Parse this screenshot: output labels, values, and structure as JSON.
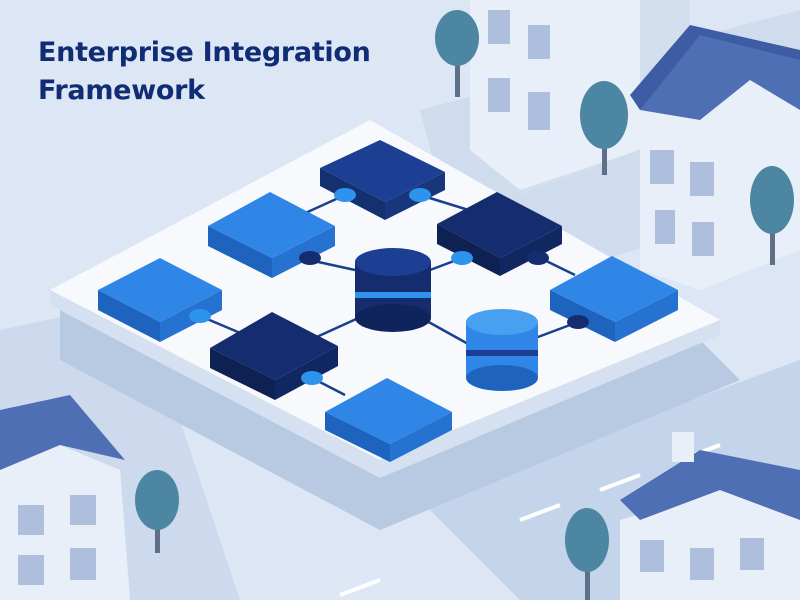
{
  "header": {
    "title_line_1": "Enterprise Integration",
    "title_line_2": "Framework"
  },
  "palette": {
    "background": "#dce6f4",
    "platform": "#f7f9fd",
    "road": "#c4d4ea",
    "node_light": "#2f86e6",
    "node_dark": "#1c3f94",
    "node_navy": "#152d6e",
    "connector": "#2e93ec",
    "title": "#0f2c74",
    "building_wall": "#e9eff8",
    "roof": "#4f6fb4",
    "tree": "#4c86a2"
  },
  "diagram": {
    "modules": [
      {
        "id": "m1",
        "shade": "node_dark"
      },
      {
        "id": "m2",
        "shade": "node_light"
      },
      {
        "id": "m3",
        "shade": "node_navy"
      },
      {
        "id": "m4",
        "shade": "node_light"
      },
      {
        "id": "m5",
        "shade": "node_light"
      },
      {
        "id": "m6",
        "shade": "node_navy"
      },
      {
        "id": "m7",
        "shade": "node_light"
      }
    ],
    "databases": [
      {
        "id": "db-main",
        "shade": "node_navy"
      },
      {
        "id": "db-secondary",
        "shade": "node_light"
      }
    ],
    "links": [
      [
        "m1",
        "m2"
      ],
      [
        "m1",
        "m3"
      ],
      [
        "m2",
        "db-main"
      ],
      [
        "m3",
        "db-main"
      ],
      [
        "m4",
        "m6"
      ],
      [
        "m6",
        "db-main"
      ],
      [
        "db-main",
        "db-secondary"
      ],
      [
        "db-secondary",
        "m5"
      ],
      [
        "m3",
        "m5"
      ],
      [
        "m6",
        "m7"
      ]
    ]
  }
}
